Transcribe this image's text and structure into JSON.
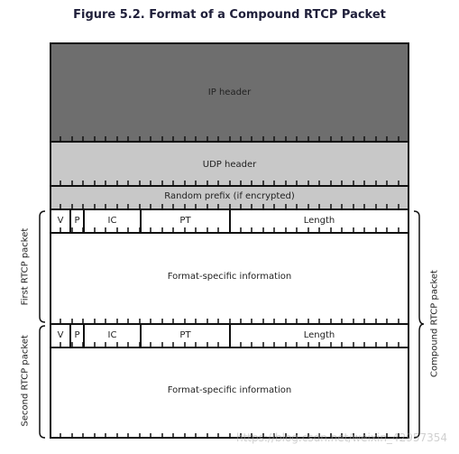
{
  "title": "Figure 5.2. Format of a Compound RTCP Packet",
  "ip_header": "IP header",
  "udp_header": "UDP header",
  "random_prefix": "Random prefix (if encrypted)",
  "packets": [
    {
      "side_label": "First RTCP packet",
      "fields": {
        "v": "V",
        "p": "P",
        "ic": "IC",
        "pt": "PT",
        "length": "Length"
      },
      "body": "Format-specific information"
    },
    {
      "side_label": "Second RTCP packet",
      "fields": {
        "v": "V",
        "p": "P",
        "ic": "IC",
        "pt": "PT",
        "length": "Length"
      },
      "body": "Format-specific information"
    }
  ],
  "compound_label": "Compound RTCP packet",
  "watermark": "https://blog.csdn.net/weixin_42957354",
  "colors": {
    "ip": "#6e6e6e",
    "udp": "#c8c8c8",
    "prefix": "#c8c8c8",
    "line": "#111111"
  }
}
